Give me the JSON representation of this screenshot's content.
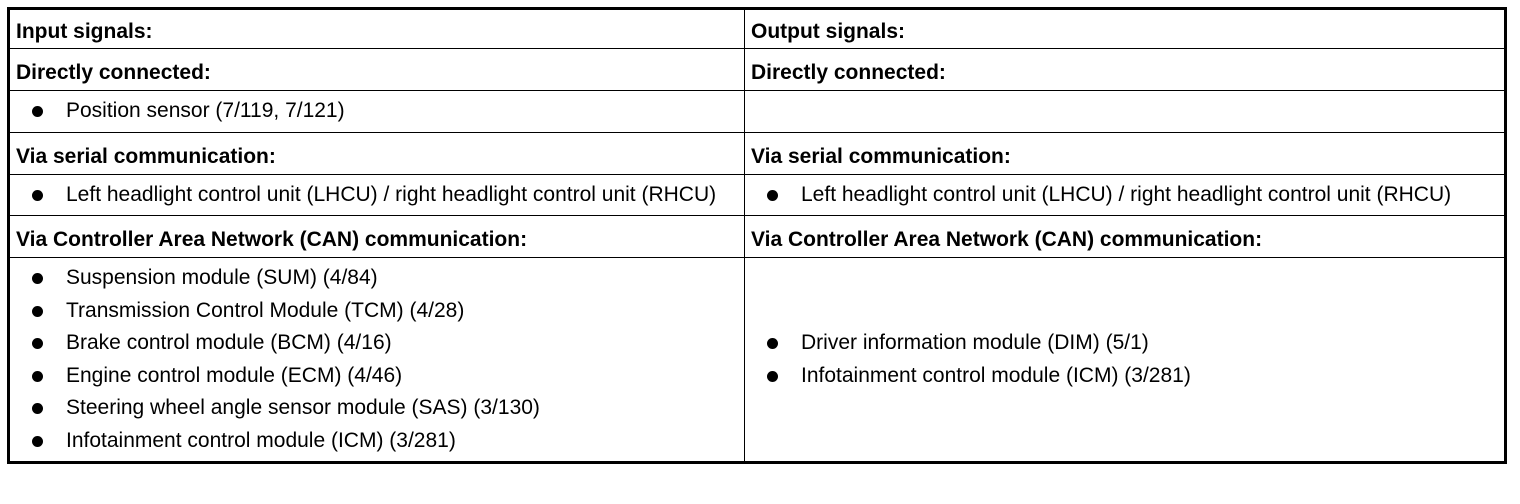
{
  "input_title": "Input signals:",
  "output_title": "Output signals:",
  "sections": [
    {
      "input_heading": "Directly connected:",
      "output_heading": "Directly connected:",
      "input_items": [
        "Position sensor (7/119, 7/121)"
      ],
      "output_items": []
    },
    {
      "input_heading": "Via serial communication:",
      "output_heading": "Via serial communication:",
      "input_items": [
        "Left headlight control unit (LHCU) / right headlight control unit (RHCU)"
      ],
      "output_items": [
        "Left headlight control unit (LHCU) / right headlight control unit (RHCU)"
      ]
    },
    {
      "input_heading": "Via Controller Area Network (CAN) communication:",
      "output_heading": "Via Controller Area Network (CAN) communication:",
      "input_items": [
        "Suspension module (SUM) (4/84)",
        "Transmission Control Module (TCM) (4/28)",
        "Brake control module (BCM) (4/16)",
        "Engine control module (ECM) (4/46)",
        "Steering wheel angle sensor module (SAS) (3/130)",
        "Infotainment control module (ICM) (3/281)"
      ],
      "output_items": [
        "Driver information module (DIM) (5/1)",
        "Infotainment control module (ICM) (3/281)"
      ]
    }
  ]
}
